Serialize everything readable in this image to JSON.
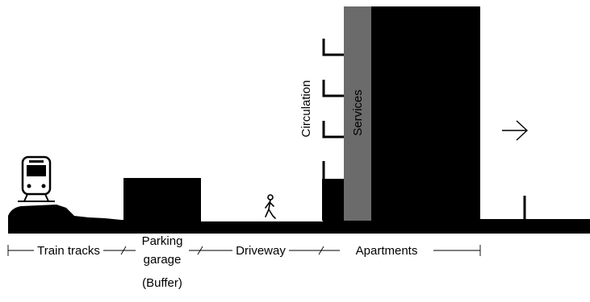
{
  "diagram": {
    "vertical_labels": {
      "circulation": "Circulation",
      "services": "Services"
    },
    "zones": {
      "train_tracks": "Train tracks",
      "parking_line1": "Parking",
      "parking_line2": "garage",
      "parking_note": "(Buffer)",
      "driveway": "Driveway",
      "apartments": "Apartments"
    },
    "colors": {
      "mass": "#000000",
      "services_core": "#6b6b6b",
      "line": "#000000"
    },
    "icons": [
      "train-icon",
      "pedestrian-icon",
      "arrow-right-icon"
    ]
  }
}
